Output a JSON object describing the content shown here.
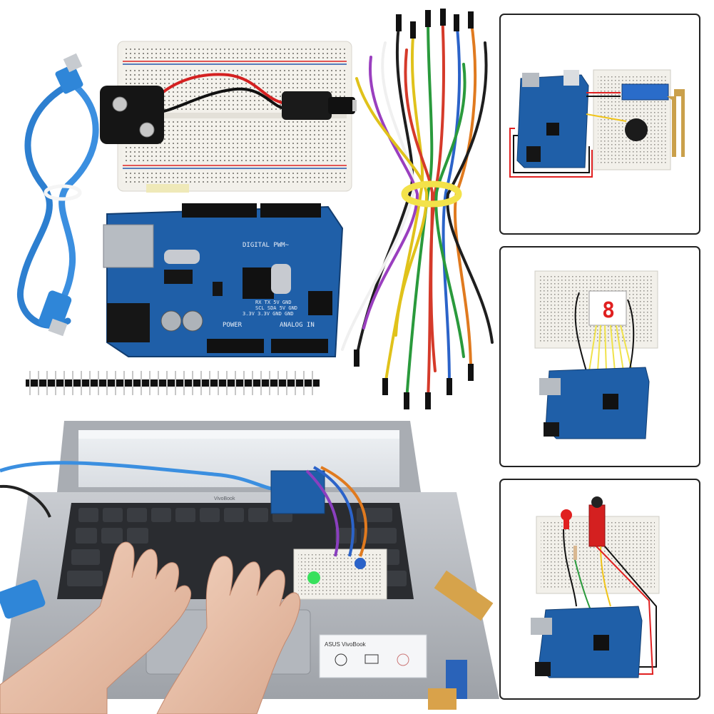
{
  "board": {
    "header_labels": "DIGITAL PWM~",
    "power_label": "POWER",
    "analog_label": "ANALOG IN",
    "pin_text": "RX TX 5V GND",
    "pin_text2": "SCL SDA 5V GND",
    "pin_text3": "3.3V 3.3V GND GND"
  },
  "laptop": {
    "brand_text": "VivoBook",
    "sticker_text": "ASUS VivoBook"
  },
  "panels": {
    "seven_segment_digit": "8"
  },
  "colors": {
    "board_blue": "#1f5fa8",
    "cable_blue": "#2d7fd0",
    "breadboard": "#f2f0ea"
  }
}
